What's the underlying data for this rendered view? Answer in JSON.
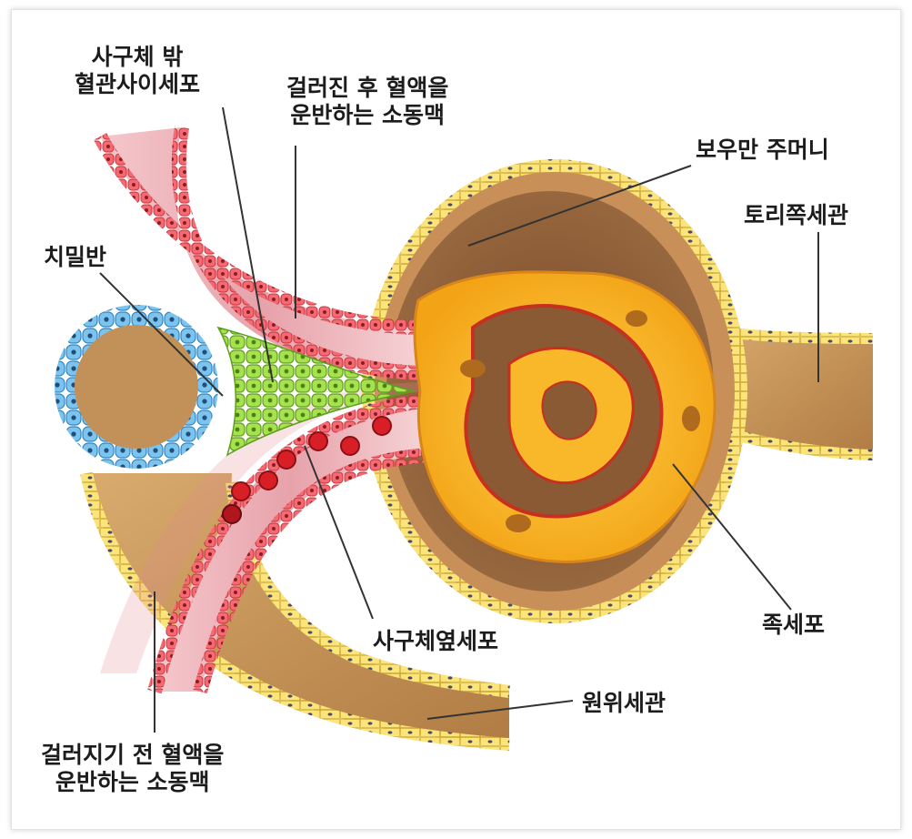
{
  "labels": {
    "extraglomerular_mesangial": {
      "line1": "사구체 밖",
      "line2": "혈관사이세포"
    },
    "efferent_arteriole": {
      "line1": "걸러진 후 혈액을",
      "line2": "운반하는 소동맥"
    },
    "bowmans_capsule": "보우만 주머니",
    "proximal_tubule": "토리쪽세관",
    "macula_densa": "치밀반",
    "juxtaglomerular_cells": "사구체옆세포",
    "podocytes": "족세포",
    "distal_tubule": "원위세관",
    "afferent_arteriole": {
      "line1": "걸러지기 전 혈액을",
      "line2": "운반하는 소동맥"
    }
  },
  "colors": {
    "tubule": "#c9965a",
    "tubule_border": "#f3d44a",
    "vessel": "#e8a0a8",
    "vessel_cells": "#e8404a",
    "macula_densa": "#56a8e0",
    "mesangial": "#8ed43c",
    "glomerulus": "#f6b21a",
    "blood_cell": "#d81f26"
  }
}
